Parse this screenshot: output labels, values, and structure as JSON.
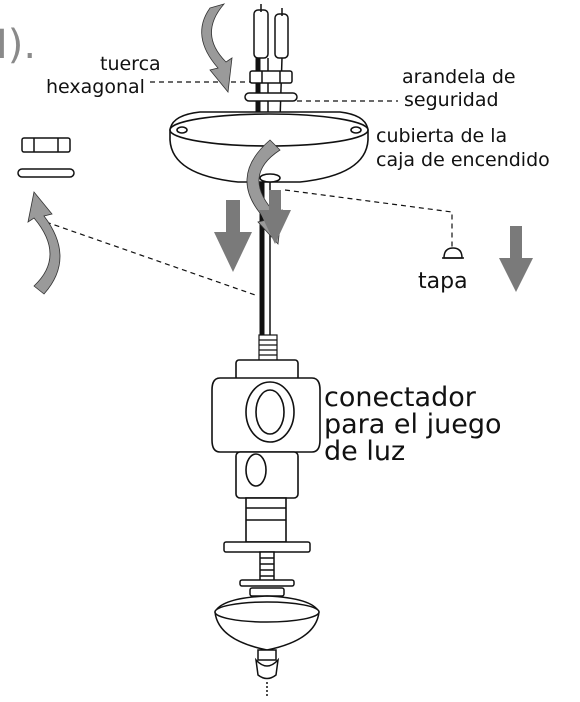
{
  "header_fragment": "I).",
  "labels": {
    "hex_nut_line1": "tuerca",
    "hex_nut_line2": "hexagonal",
    "lock_washer_line1": "arandela de",
    "lock_washer_line2": "seguridad",
    "canopy_line1": "cubierta de la",
    "canopy_line2": "caja de encendido",
    "cap": "tapa",
    "connector_line1": "conectador",
    "connector_line2": "para el juego",
    "connector_line3": "de luz"
  },
  "colors": {
    "line": "#111111",
    "arrow_fill": "#7a7a7a",
    "twist_fill": "#9a9a9a",
    "header_text": "#8a8a8a"
  },
  "icons": {
    "down_arrow": "down-arrow-icon",
    "twist_arrow": "twist-arrow-icon"
  }
}
